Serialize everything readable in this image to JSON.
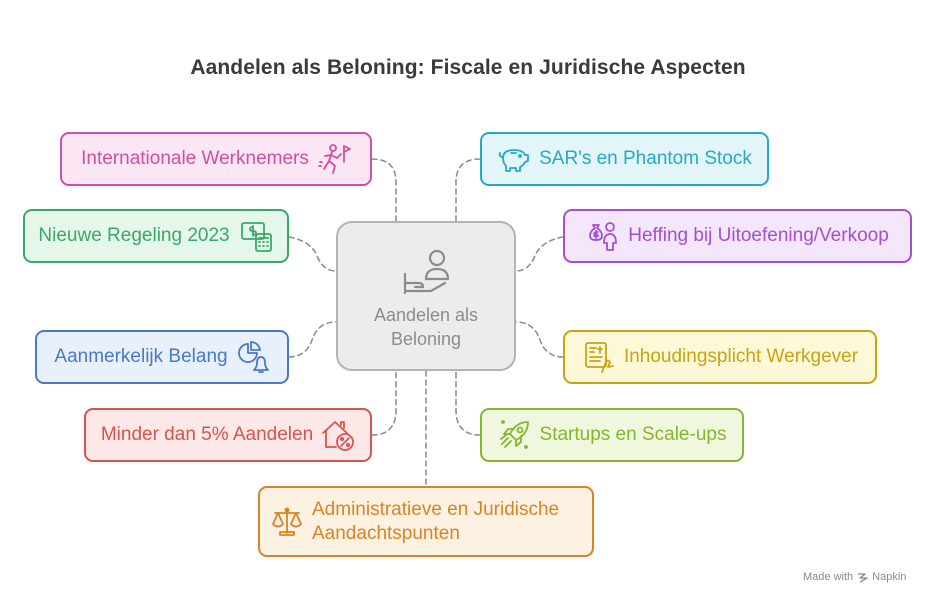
{
  "title": "Aandelen als Beloning: Fiscale en Juridische Aspecten",
  "center": {
    "label": "Aandelen als Beloning",
    "icon": "hand-holding-person-icon"
  },
  "nodes": {
    "international": {
      "label": "Internationale Werknemers",
      "icon": "running-person-flag-icon",
      "color": "#d04fa6",
      "fill": "#fbe6f4"
    },
    "new_scheme": {
      "label": "Nieuwe Regeling 2023",
      "icon": "money-calculator-icon",
      "color": "#3aa86a",
      "fill": "#e5f6ea"
    },
    "substantial_interest": {
      "label": "Aanmerkelijk Belang",
      "icon": "pie-chart-bell-icon",
      "color": "#4a78c9",
      "fill": "#e8f0fb"
    },
    "less_than_5": {
      "label": "Minder dan 5% Aandelen",
      "icon": "house-percent-icon",
      "color": "#d9534f",
      "fill": "#fce8e7"
    },
    "admin_legal": {
      "label": "Administratieve en Juridische Aandachtspunten",
      "icon": "scales-icon",
      "color": "#d98424",
      "fill": "#fdf1e2"
    },
    "sar_phantom": {
      "label": "SAR's en Phantom Stock",
      "icon": "piggy-bank-icon",
      "color": "#25a9c6",
      "fill": "#e2f6fa"
    },
    "levy": {
      "label": "Heffing bij Uitoefening/Verkoop",
      "icon": "money-bag-person-icon",
      "color": "#a64fd0",
      "fill": "#f4e6fb"
    },
    "withholding": {
      "label": "Inhoudingsplicht Werkgever",
      "icon": "document-hand-icon",
      "color": "#c9a410",
      "fill": "#fdf8d8"
    },
    "startups": {
      "label": "Startups en Scale-ups",
      "icon": "rocket-icon",
      "color": "#86b52e",
      "fill": "#f0f7df"
    }
  },
  "footer": {
    "text": "Made with",
    "brand": "Napkin"
  }
}
